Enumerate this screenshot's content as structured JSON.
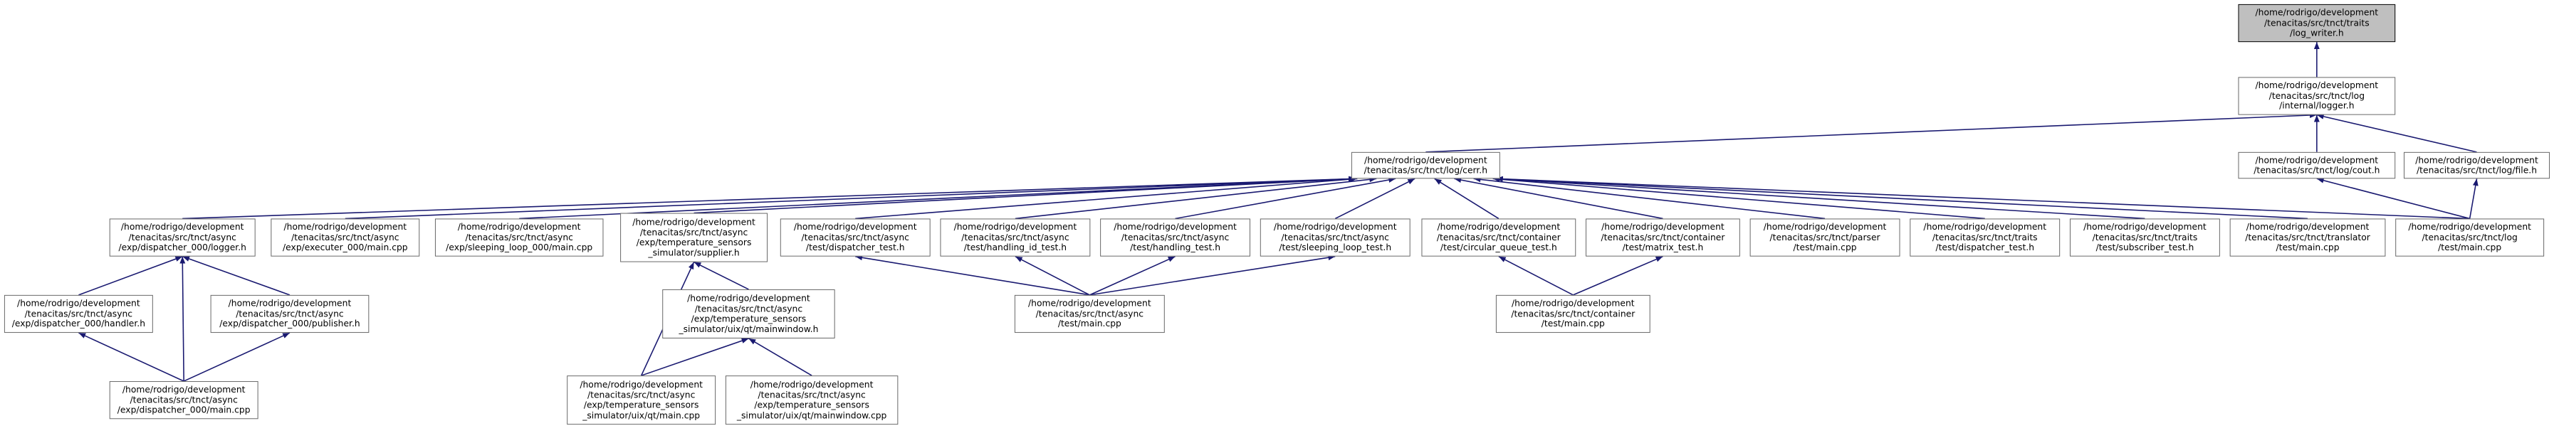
{
  "colors": {
    "edge": "#191970",
    "node_border": "#666666",
    "highlight": "#bfbfbf",
    "background": "#ffffff"
  },
  "nodes": [
    {
      "id": "log_writer",
      "lines": [
        "/home/rodrigo/development",
        "/tenacitas/src/tnct/traits",
        "/log_writer.h"
      ],
      "current": true
    },
    {
      "id": "logger",
      "lines": [
        "/home/rodrigo/development",
        "/tenacitas/src/tnct/log",
        "/internal/logger.h"
      ]
    },
    {
      "id": "cerr",
      "lines": [
        "/home/rodrigo/development",
        "/tenacitas/src/tnct/log/cerr.h"
      ]
    },
    {
      "id": "cout",
      "lines": [
        "/home/rodrigo/development",
        "/tenacitas/src/tnct/log/cout.h"
      ]
    },
    {
      "id": "file",
      "lines": [
        "/home/rodrigo/development",
        "/tenacitas/src/tnct/log/file.h"
      ]
    },
    {
      "id": "d000_logger",
      "lines": [
        "/home/rodrigo/development",
        "/tenacitas/src/tnct/async",
        "/exp/dispatcher_000/logger.h"
      ]
    },
    {
      "id": "executer",
      "lines": [
        "/home/rodrigo/development",
        "/tenacitas/src/tnct/async",
        "/exp/executer_000/main.cpp"
      ]
    },
    {
      "id": "sleeping_exp",
      "lines": [
        "/home/rodrigo/development",
        "/tenacitas/src/tnct/async",
        "/exp/sleeping_loop_000/main.cpp"
      ]
    },
    {
      "id": "supplier",
      "lines": [
        "/home/rodrigo/development",
        "/tenacitas/src/tnct/async",
        "/exp/temperature_sensors",
        "_simulator/supplier.h"
      ]
    },
    {
      "id": "dispatcher_test",
      "lines": [
        "/home/rodrigo/development",
        "/tenacitas/src/tnct/async",
        "/test/dispatcher_test.h"
      ]
    },
    {
      "id": "handling_id_test",
      "lines": [
        "/home/rodrigo/development",
        "/tenacitas/src/tnct/async",
        "/test/handling_id_test.h"
      ]
    },
    {
      "id": "handling_test",
      "lines": [
        "/home/rodrigo/development",
        "/tenacitas/src/tnct/async",
        "/test/handling_test.h"
      ]
    },
    {
      "id": "sleeping_test",
      "lines": [
        "/home/rodrigo/development",
        "/tenacitas/src/tnct/async",
        "/test/sleeping_loop_test.h"
      ]
    },
    {
      "id": "circular",
      "lines": [
        "/home/rodrigo/development",
        "/tenacitas/src/tnct/container",
        "/test/circular_queue_test.h"
      ]
    },
    {
      "id": "matrix",
      "lines": [
        "/home/rodrigo/development",
        "/tenacitas/src/tnct/container",
        "/test/matrix_test.h"
      ]
    },
    {
      "id": "parser",
      "lines": [
        "/home/rodrigo/development",
        "/tenacitas/src/tnct/parser",
        "/test/main.cpp"
      ]
    },
    {
      "id": "traits_dispatcher",
      "lines": [
        "/home/rodrigo/development",
        "/tenacitas/src/tnct/traits",
        "/test/dispatcher_test.h"
      ]
    },
    {
      "id": "subscriber",
      "lines": [
        "/home/rodrigo/development",
        "/tenacitas/src/tnct/traits",
        "/test/subscriber_test.h"
      ]
    },
    {
      "id": "translator",
      "lines": [
        "/home/rodrigo/development",
        "/tenacitas/src/tnct/translator",
        "/test/main.cpp"
      ]
    },
    {
      "id": "log_main",
      "lines": [
        "/home/rodrigo/development",
        "/tenacitas/src/tnct/log",
        "/test/main.cpp"
      ]
    },
    {
      "id": "handler",
      "lines": [
        "/home/rodrigo/development",
        "/tenacitas/src/tnct/async",
        "/exp/dispatcher_000/handler.h"
      ]
    },
    {
      "id": "publisher",
      "lines": [
        "/home/rodrigo/development",
        "/tenacitas/src/tnct/async",
        "/exp/dispatcher_000/publisher.h"
      ]
    },
    {
      "id": "mainwindow_h",
      "lines": [
        "/home/rodrigo/development",
        "/tenacitas/src/tnct/async",
        "/exp/temperature_sensors",
        "_simulator/uix/qt/mainwindow.h"
      ]
    },
    {
      "id": "async_main",
      "lines": [
        "/home/rodrigo/development",
        "/tenacitas/src/tnct/async",
        "/test/main.cpp"
      ]
    },
    {
      "id": "container_main",
      "lines": [
        "/home/rodrigo/development",
        "/tenacitas/src/tnct/container",
        "/test/main.cpp"
      ]
    },
    {
      "id": "d000_main",
      "lines": [
        "/home/rodrigo/development",
        "/tenacitas/src/tnct/async",
        "/exp/dispatcher_000/main.cpp"
      ]
    },
    {
      "id": "qt_main",
      "lines": [
        "/home/rodrigo/development",
        "/tenacitas/src/tnct/async",
        "/exp/temperature_sensors",
        "_simulator/uix/qt/main.cpp"
      ]
    },
    {
      "id": "mainwindow_cpp",
      "lines": [
        "/home/rodrigo/development",
        "/tenacitas/src/tnct/async",
        "/exp/temperature_sensors",
        "_simulator/uix/qt/mainwindow.cpp"
      ]
    }
  ],
  "edges": [
    [
      "logger",
      "log_writer"
    ],
    [
      "cerr",
      "logger"
    ],
    [
      "cout",
      "logger"
    ],
    [
      "file",
      "logger"
    ],
    [
      "d000_logger",
      "cerr"
    ],
    [
      "executer",
      "cerr"
    ],
    [
      "sleeping_exp",
      "cerr"
    ],
    [
      "supplier",
      "cerr"
    ],
    [
      "dispatcher_test",
      "cerr"
    ],
    [
      "handling_id_test",
      "cerr"
    ],
    [
      "handling_test",
      "cerr"
    ],
    [
      "sleeping_test",
      "cerr"
    ],
    [
      "circular",
      "cerr"
    ],
    [
      "matrix",
      "cerr"
    ],
    [
      "parser",
      "cerr"
    ],
    [
      "traits_dispatcher",
      "cerr"
    ],
    [
      "subscriber",
      "cerr"
    ],
    [
      "translator",
      "cerr"
    ],
    [
      "log_main",
      "cerr"
    ],
    [
      "log_main",
      "cout"
    ],
    [
      "log_main",
      "file"
    ],
    [
      "handler",
      "d000_logger"
    ],
    [
      "publisher",
      "d000_logger"
    ],
    [
      "d000_main",
      "d000_logger"
    ],
    [
      "d000_main",
      "handler"
    ],
    [
      "d000_main",
      "publisher"
    ],
    [
      "mainwindow_h",
      "supplier"
    ],
    [
      "qt_main",
      "supplier"
    ],
    [
      "qt_main",
      "mainwindow_h"
    ],
    [
      "mainwindow_cpp",
      "mainwindow_h"
    ],
    [
      "async_main",
      "dispatcher_test"
    ],
    [
      "async_main",
      "handling_id_test"
    ],
    [
      "async_main",
      "handling_test"
    ],
    [
      "async_main",
      "sleeping_test"
    ],
    [
      "container_main",
      "circular"
    ],
    [
      "container_main",
      "matrix"
    ]
  ]
}
